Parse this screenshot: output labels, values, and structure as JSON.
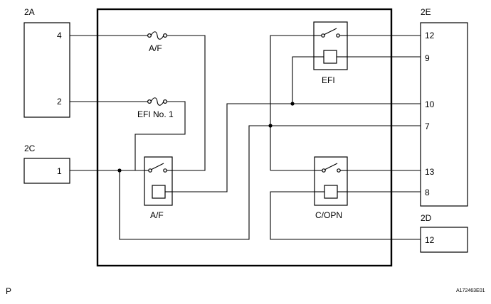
{
  "connectors": {
    "c2a": {
      "name": "2A",
      "pins": [
        "4",
        "2"
      ]
    },
    "c2c": {
      "name": "2C",
      "pins": [
        "1"
      ]
    },
    "c2e": {
      "name": "2E",
      "pins": [
        "12",
        "9",
        "10",
        "7",
        "13",
        "8"
      ]
    },
    "c2d": {
      "name": "2D",
      "pins": [
        "12"
      ]
    }
  },
  "fuses": {
    "af": "A/F",
    "efi1": "EFI No. 1"
  },
  "relays": {
    "efi": "EFI",
    "af": "A/F",
    "copn": "C/OPN"
  },
  "footer": {
    "left": "P",
    "right": "A172463E01"
  }
}
